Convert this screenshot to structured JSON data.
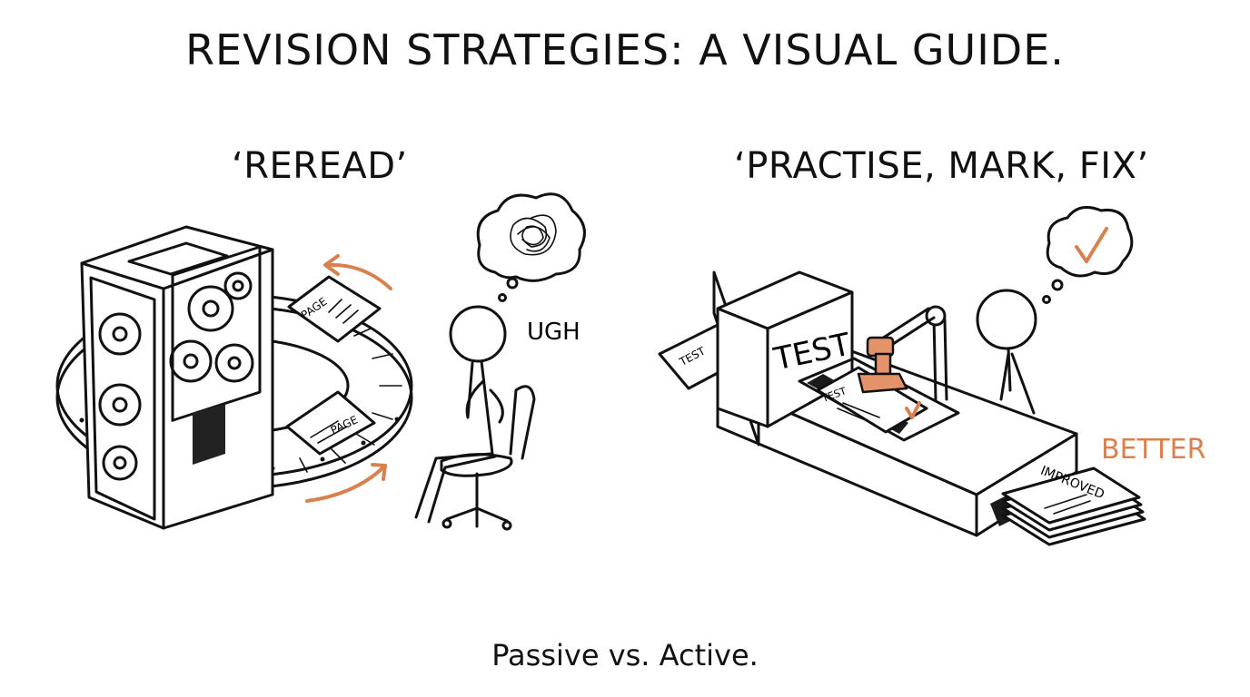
{
  "title": "REVISION STRATEGIES: A VISUAL GUIDE.",
  "left_panel": {
    "heading": "‘REREAD’",
    "page_label_top": "PAGE",
    "page_label_bottom": "PAGE",
    "exclamation": "UGH",
    "thought_icon": "scribble-tangle-icon"
  },
  "right_panel": {
    "heading": "‘PRACTISE, MARK, FIX’",
    "machine_label": "TEST",
    "feed_paper_label": "TEST",
    "inner_paper_label": "TEST",
    "output_label": "IMPROVED",
    "result_label": "BETTER",
    "thought_icon": "checkmark-icon"
  },
  "caption": "Passive vs. Active.",
  "colors": {
    "accent": "#d9804f",
    "ink": "#111111",
    "background": "#ffffff"
  }
}
